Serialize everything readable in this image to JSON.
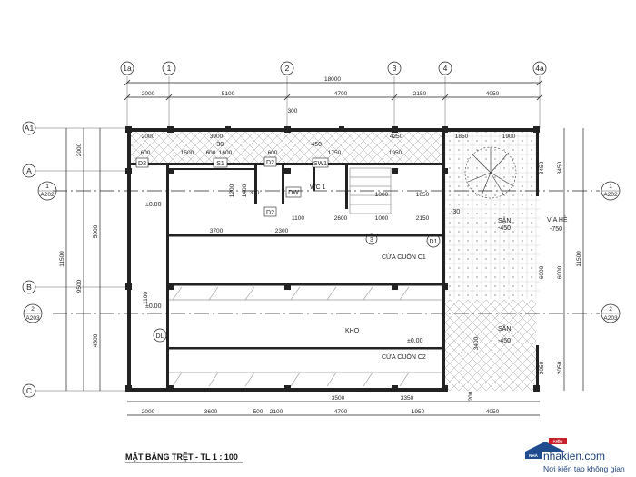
{
  "overall_dims": {
    "top_total": "18000",
    "right_total": "11500",
    "left_total": "11500"
  },
  "top_dims": [
    "2000",
    "5100",
    "4700",
    "2150",
    "4050"
  ],
  "bottom_dims_row1": [
    "3500",
    "3350"
  ],
  "bottom_dims_row2": [
    "2000",
    "3600",
    "500",
    "2100",
    "4700",
    "1950",
    "4050"
  ],
  "left_dims": [
    "2000",
    "5000",
    "9500",
    "4500"
  ],
  "inner_dims_top": [
    "2000",
    "3900",
    "4250",
    "1850",
    "1900"
  ],
  "inner_dims_row2": [
    "600",
    "1500",
    "600",
    "1600",
    "600",
    "1750",
    "1950"
  ],
  "inner_dims_mid": [
    "3700",
    "2300",
    "1100",
    "2600",
    "1000",
    "2150",
    "1000",
    "1650"
  ],
  "inner_dims_misc": [
    "300",
    "300",
    "1200",
    "1400",
    "1100",
    "3400",
    "2050",
    "6000",
    "3450",
    "200"
  ],
  "right_dims": [
    "3450",
    "6000",
    "2050"
  ],
  "grid_top": [
    "1a",
    "1",
    "2",
    "3",
    "4",
    "4a"
  ],
  "grid_left": [
    "A1",
    "A",
    "B",
    "C"
  ],
  "section_marks": [
    {
      "num": "1",
      "sheet": "A202"
    },
    {
      "num": "2",
      "sheet": "A203"
    }
  ],
  "doors": [
    "D2",
    "D2",
    "D2",
    "D1",
    "DL",
    "S1",
    "SW1",
    "DW"
  ],
  "room_labels": {
    "wc": "WC 1",
    "kho": "KHO",
    "cua_cuon_c1": "CỬA CUỐN C1",
    "cua_cuon_c2": "CỬA CUỐN C2",
    "san1": "SÂN",
    "san2": "SÂN",
    "via_he": "VỈA HÈ",
    "circle3": "3"
  },
  "levels": {
    "l_m30a": "-30",
    "l_m450a": "-450",
    "l_000a": "±0.00",
    "l_m30b": "-30",
    "l_m450b": "-450",
    "l_m750": "-750",
    "l_000b": "±0.00",
    "l_000c": "±0.00",
    "l_m450c": "-450"
  },
  "title": "MẶT BẰNG TRỆT - TL 1 : 100",
  "logo": {
    "brand": "nhakien.com",
    "tagline": "Nơi kiến tạo không gian",
    "badge_top": "KIẾN",
    "badge_left": "NHÀ"
  }
}
